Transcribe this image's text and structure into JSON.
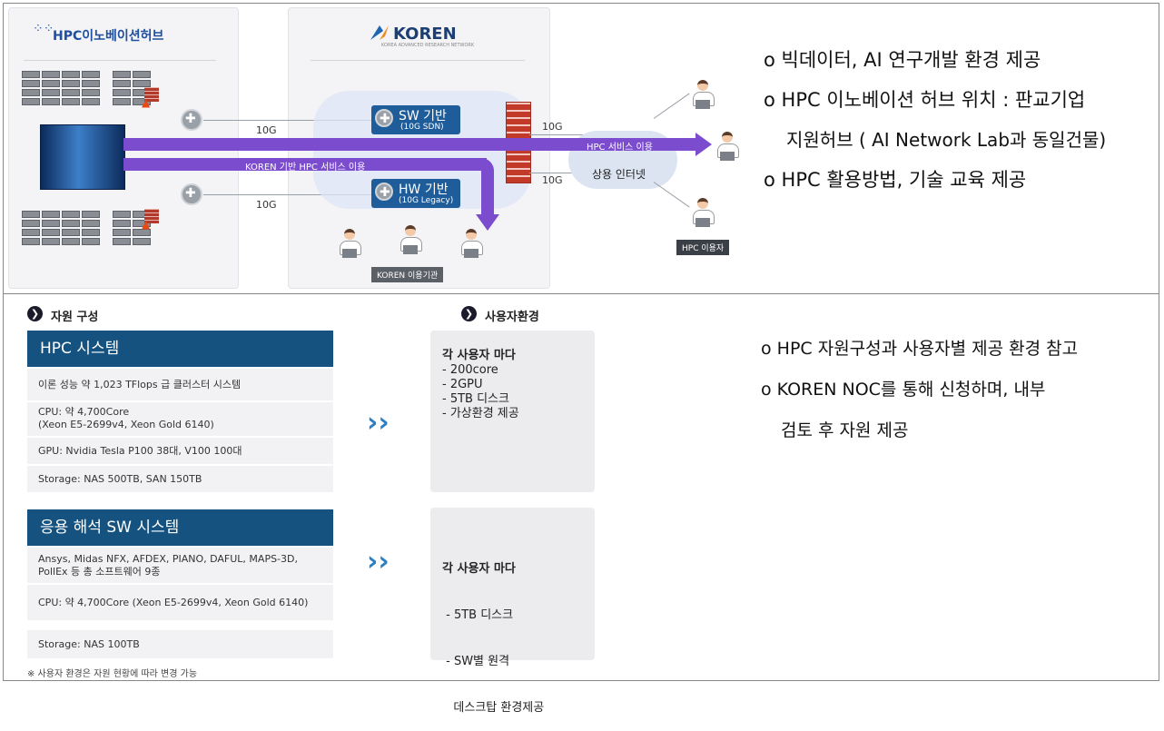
{
  "diagram": {
    "hub_logo": "HPC이노베이션허브",
    "koren_logo": "KOREN",
    "koren_tagline": "KOREA ADVANCED RESEARCH NETWORK",
    "link_10g_top": "10G",
    "link_10g_bottom": "10G",
    "link_10g_right_top": "10G",
    "link_10g_right_bottom": "10G",
    "sw_title": "SW 기반",
    "sw_sub": "(10G SDN)",
    "hw_title": "HW 기반",
    "hw_sub": "(10G Legacy)",
    "hpc_service_label": "HPC 서비스  이용",
    "koren_service_label": "KOREN 기반 HPC 서비스  이용",
    "internet_label": "상용 인터넷",
    "koren_users_tag": "KOREN 이용기관",
    "hpc_users_tag": "HPC 이용자"
  },
  "top_bullets": [
    "o 빅데이터, AI 연구개발 환경 제공",
    "o HPC 이노베이션 허브 위치 : 판교기업",
    "지원허브 ( AI Network Lab과 동일건물)",
    "o HPC 활용방법, 기술 교육 제공"
  ],
  "resources": {
    "section_title": "자원 구성",
    "hpc_header": "HPC 시스템",
    "hpc_rows": [
      "이론 성능 약 1,023 TFlops 급 클러스터 시스템",
      "CPU: 약 4,700Core",
      "(Xeon E5-2699v4, Xeon Gold 6140)",
      "GPU: Nvidia Tesla P100 38대, V100 100대",
      "Storage: NAS 500TB, SAN 150TB"
    ],
    "sw_header": "응용 해석 SW 시스템",
    "sw_rows": [
      "Ansys, Midas NFX, AFDEX, PIANO, DAFUL, MAPS-3D,",
      "PollEx 등 총 소프트웨어 9종",
      "CPU: 약 4,700Core (Xeon E5-2699v4, Xeon Gold 6140)",
      "Storage: NAS 100TB"
    ],
    "footnote": "※ 사용자 환경은 자원 현황에 따라 변경 가능"
  },
  "user_env": {
    "section_title": "사용자환경",
    "box1": [
      "각 사용자 마다",
      " - 200core",
      " - 2GPU",
      " - 5TB 디스크",
      " - 가상환경 제공"
    ],
    "box2": [
      "각 사용자 마다",
      " - 5TB 디스크",
      " - SW별 원격",
      "   데스크탑 환경제공"
    ]
  },
  "bottom_bullets": [
    "o HPC 자원구성과 사용자별 제공 환경 참고",
    "o KOREN NOC를 통해 신청하며, 내부",
    "검토 후 자원 제공"
  ],
  "colors": {
    "accent": "#15527f",
    "purple": "#7c4ccf",
    "firewall": "#c33a2a"
  }
}
